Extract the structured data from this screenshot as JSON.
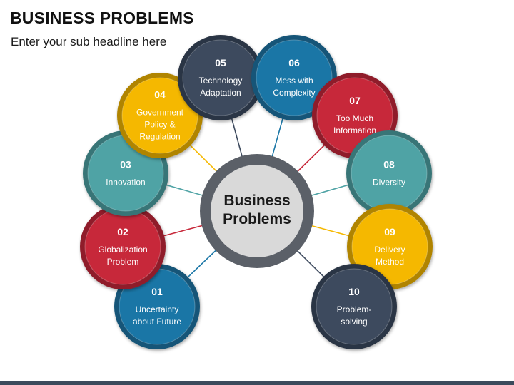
{
  "header": {
    "title": "BUSINESS PROBLEMS",
    "subtitle": "Enter your sub headline here"
  },
  "center": {
    "lines": [
      "Business",
      "Problems"
    ]
  },
  "nodes": [
    {
      "num": "01",
      "lines": [
        "Uncertainty",
        "about Future"
      ],
      "color": "#1a76a6"
    },
    {
      "num": "02",
      "lines": [
        "Globalization",
        "Problem"
      ],
      "color": "#c7283a"
    },
    {
      "num": "03",
      "lines": [
        "Innovation"
      ],
      "color": "#4fa3a5"
    },
    {
      "num": "04",
      "lines": [
        "Government",
        "Policy &",
        "Regulation"
      ],
      "color": "#f5b800"
    },
    {
      "num": "05",
      "lines": [
        "Technology",
        "Adaptation"
      ],
      "color": "#3d4a5e"
    },
    {
      "num": "06",
      "lines": [
        "Mess with",
        "Complexity"
      ],
      "color": "#1a76a6"
    },
    {
      "num": "07",
      "lines": [
        "Too Much",
        "Information"
      ],
      "color": "#c7283a"
    },
    {
      "num": "08",
      "lines": [
        "Diversity"
      ],
      "color": "#4fa3a5"
    },
    {
      "num": "09",
      "lines": [
        "Delivery",
        "Method"
      ],
      "color": "#f5b800"
    },
    {
      "num": "10",
      "lines": [
        "Problem-",
        "solving"
      ],
      "color": "#3d4a5e"
    }
  ]
}
